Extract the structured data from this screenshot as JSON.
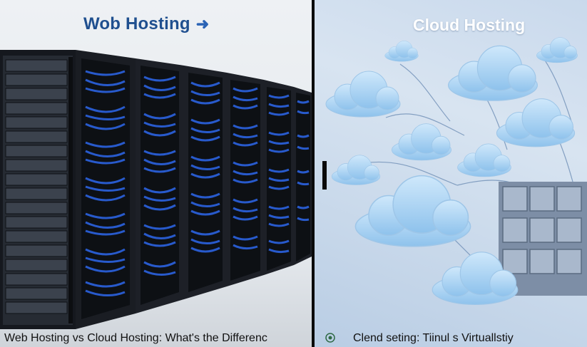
{
  "left_panel": {
    "heading": "Wob Hosting",
    "arrow_icon": "arrow-right-icon",
    "caption": "Web Hosting vs Cloud Hosting: What's the Differenc"
  },
  "right_panel": {
    "heading": "Cloud Hosting",
    "caption": "Clend seting: Tiinul s Virtuallstiy",
    "radio_icon": "radio-circle-icon"
  },
  "colors": {
    "left_heading": "#1f4f8f",
    "cable_blue": "#2a5fd6",
    "cloud_fill": "#a9d2f2",
    "rack_dark": "#1b1f26"
  }
}
